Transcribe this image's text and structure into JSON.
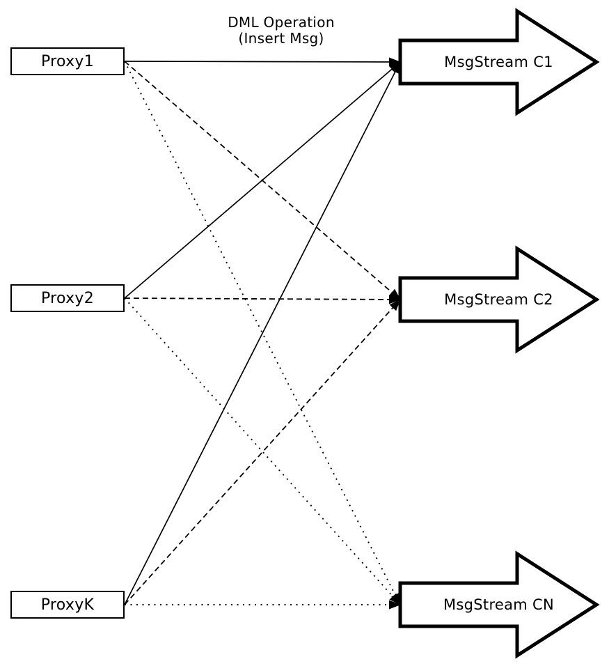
{
  "diagram": {
    "title": {
      "line1": "DML Operation",
      "line2": "(Insert Msg)"
    },
    "proxies": [
      {
        "id": "proxy1",
        "label": "Proxy1"
      },
      {
        "id": "proxy2",
        "label": "Proxy2"
      },
      {
        "id": "proxyk",
        "label": "ProxyK"
      }
    ],
    "streams": [
      {
        "id": "c1",
        "label": "MsgStream C1"
      },
      {
        "id": "c2",
        "label": "MsgStream C2"
      },
      {
        "id": "cn",
        "label": "MsgStream CN"
      }
    ],
    "connections": [
      {
        "from": "proxy1",
        "to": "c1",
        "style": "solid"
      },
      {
        "from": "proxy2",
        "to": "c1",
        "style": "solid"
      },
      {
        "from": "proxyk",
        "to": "c1",
        "style": "solid"
      },
      {
        "from": "proxy1",
        "to": "c2",
        "style": "dashed"
      },
      {
        "from": "proxy2",
        "to": "c2",
        "style": "dashed"
      },
      {
        "from": "proxyk",
        "to": "c2",
        "style": "dashed"
      },
      {
        "from": "proxy1",
        "to": "cn",
        "style": "dotted"
      },
      {
        "from": "proxy2",
        "to": "cn",
        "style": "dotted"
      },
      {
        "from": "proxyk",
        "to": "cn",
        "style": "dotted"
      }
    ],
    "colors": {
      "line": "#000000",
      "shape_border": "#000000",
      "shape_fill": "#ffffff",
      "background": "#ffffff"
    }
  }
}
